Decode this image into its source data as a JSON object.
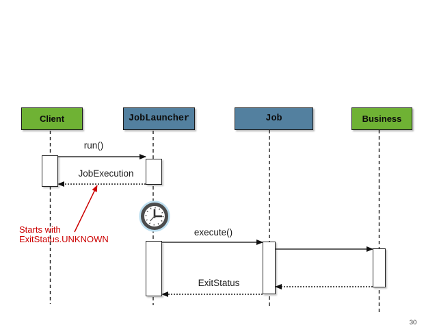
{
  "actors": [
    {
      "id": "client",
      "label": "Client",
      "fill": "#6FB234"
    },
    {
      "id": "joblauncher",
      "label": "JobLauncher",
      "fill": "#53809F"
    },
    {
      "id": "job",
      "label": "Job",
      "fill": "#53809F"
    },
    {
      "id": "business",
      "label": "Business",
      "fill": "#6FB234"
    }
  ],
  "messages": [
    {
      "label": "run()",
      "from": "Client",
      "to": "JobLauncher",
      "line": "solid"
    },
    {
      "label": "JobExecution",
      "from": "JobLauncher",
      "to": "Client",
      "line": "dotted"
    },
    {
      "label": "execute()",
      "from": "JobLauncher",
      "to": "Job",
      "line": "solid"
    },
    {
      "label": "",
      "from": "Job",
      "to": "Business",
      "line": "solid"
    },
    {
      "label": "",
      "from": "Business",
      "to": "Job",
      "line": "dotted"
    },
    {
      "label": "ExitStatus",
      "from": "Job",
      "to": "JobLauncher",
      "line": "dotted"
    }
  ],
  "annotation": {
    "line1": "Starts with",
    "line2": "ExitStatus.UNKNOWN",
    "color": "#CC0000"
  },
  "icons": [
    {
      "name": "clock-icon"
    }
  ],
  "page_number": "30",
  "colors": {
    "actor_green": "#6FB234",
    "actor_blue": "#53809F",
    "annotation_red": "#CC0000",
    "line_dark": "#2B2B2B"
  }
}
